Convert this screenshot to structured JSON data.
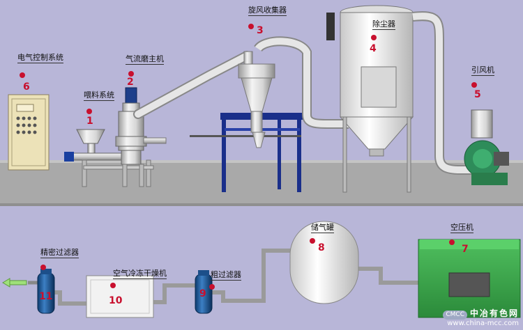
{
  "labels": {
    "feeder": {
      "text": "喂料系统",
      "num": "1"
    },
    "mill": {
      "text": "气流磨主机",
      "num": "2"
    },
    "cyclone": {
      "text": "旋风收集器",
      "num": "3"
    },
    "dust": {
      "text": "除尘器",
      "num": "4"
    },
    "fan": {
      "text": "引风机",
      "num": "5"
    },
    "control": {
      "text": "电气控制系统",
      "num": "6"
    },
    "compressor": {
      "text": "空压机",
      "num": "7"
    },
    "tank": {
      "text": "储气罐",
      "num": "8"
    },
    "coarse": {
      "text": "粗过滤器",
      "num": "9"
    },
    "dryer": {
      "text": "空气冷冻干燥机",
      "num": "10"
    },
    "fine": {
      "text": "精密过滤器",
      "num": "11"
    }
  },
  "watermark": {
    "main": "中冶有色网",
    "url": "www.china-mcc.com",
    "logo": "CMCC"
  },
  "colors": {
    "accent": "#c8102e",
    "frame": "#1a2f8a",
    "compressor": "#3aa84a"
  }
}
